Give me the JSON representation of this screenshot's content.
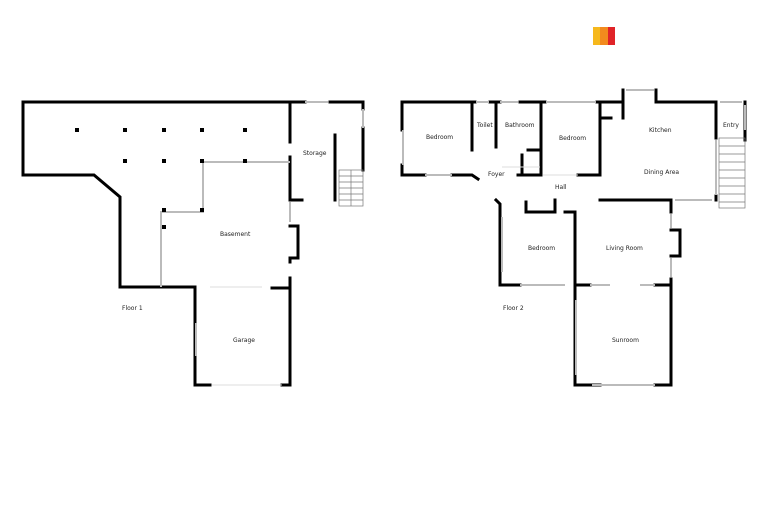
{
  "brand": {
    "logo_colors": [
      "#f6b81c",
      "#f28a1e",
      "#e02328"
    ],
    "logo_text": "",
    "logo_icon": "color-bars-logo-icon"
  },
  "floors": [
    {
      "name": "Floor 1",
      "rooms": [
        "Storage",
        "Basement",
        "Garage"
      ]
    },
    {
      "name": "Floor 2",
      "rooms": [
        "Bedroom",
        "Toilet",
        "Bathroom",
        "Bedroom",
        "Kitchen",
        "Entry",
        "Dining Area",
        "Foyer",
        "Hall",
        "Bedroom",
        "Living Room",
        "Sunroom"
      ]
    }
  ],
  "labels": {
    "floor1": "Floor 1",
    "floor2": "Floor 2",
    "storage": "Storage",
    "basement": "Basement",
    "garage": "Garage",
    "bedroom_nw": "Bedroom",
    "toilet": "Toilet",
    "bathroom": "Bathroom",
    "bedroom_n": "Bedroom",
    "kitchen": "Kitchen",
    "entry": "Entry",
    "dining": "Dining Area",
    "foyer": "Foyer",
    "hall": "Hall",
    "bedroom_s": "Bedroom",
    "living": "Living Room",
    "sunroom": "Sunroom"
  },
  "colors": {
    "wall": "#000000",
    "window": "#c8c8c8",
    "background": "#ffffff"
  }
}
